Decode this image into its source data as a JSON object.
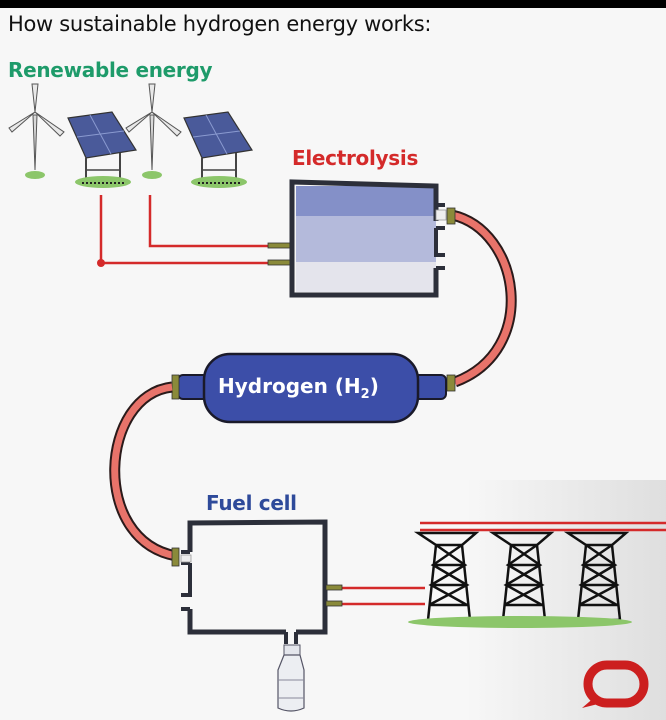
{
  "title": "How sustainable hydrogen energy works:",
  "labels": {
    "renewable": "Renewable energy",
    "electrolysis": "Electrolysis",
    "hydrogen_main": "Hydrogen (H",
    "hydrogen_sub": "2",
    "hydrogen_close": ")",
    "fuel_cell": "Fuel cell"
  },
  "colors": {
    "renewable": "#1e9b6a",
    "electrolysis": "#d42a2a",
    "fuel_cell": "#2e4a9a",
    "hydrogen_tank": "#3c4ea8",
    "pipe": "#e8736a",
    "wire": "#d42a2a",
    "logo": "#cc1f1f"
  },
  "components": [
    "wind-turbine",
    "solar-panel",
    "wind-turbine",
    "solar-panel",
    "electrolyzer",
    "hydrogen-tank",
    "fuel-cell",
    "water-bottle",
    "power-pylon",
    "power-pylon",
    "power-pylon"
  ]
}
